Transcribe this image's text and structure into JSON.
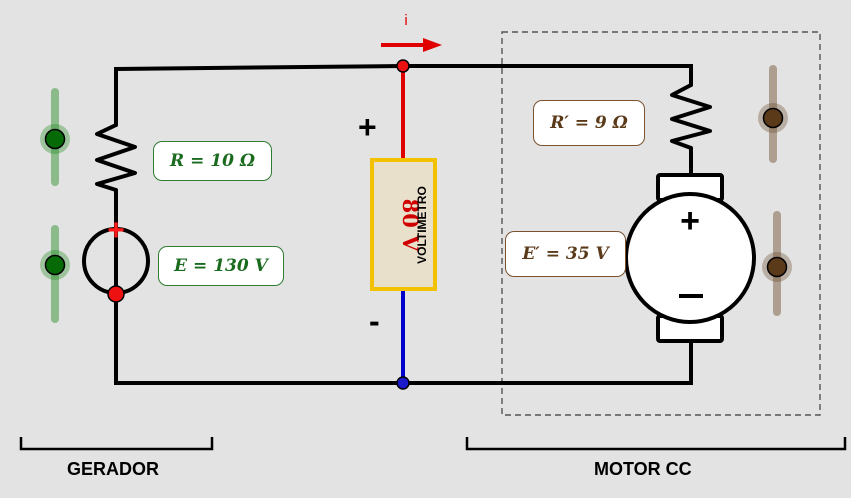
{
  "labels": {
    "resistor_generator": "R = 10 Ω",
    "emf_generator": "E = 130 V",
    "resistor_motor": "R′ = 9 Ω",
    "emf_motor": "E′ = 35 V",
    "current": "i",
    "voltmeter_reading": "80 V",
    "voltmeter_name": "VOLTIMETRO",
    "plus_sign": "+",
    "minus_sign": "-",
    "generator_group": "GERADOR",
    "motor_group": "MOTOR CC"
  },
  "values": {
    "R_generator_ohm": 10,
    "E_generator_volt": 130,
    "R_motor_ohm": 9,
    "E_motor_volt": 35,
    "voltmeter_volt": 80
  },
  "colors": {
    "background": "#e3e3e3",
    "wire": "#000000",
    "voltmeter_positive_lead": "#e00000",
    "voltmeter_negative_lead": "#0000cc",
    "current_arrow": "#e00000",
    "voltmeter_fill": "#e9e0cc",
    "voltmeter_border": "#f2c200",
    "slider_green": "#1e8a1e",
    "slider_brown": "#5b3a1a"
  }
}
